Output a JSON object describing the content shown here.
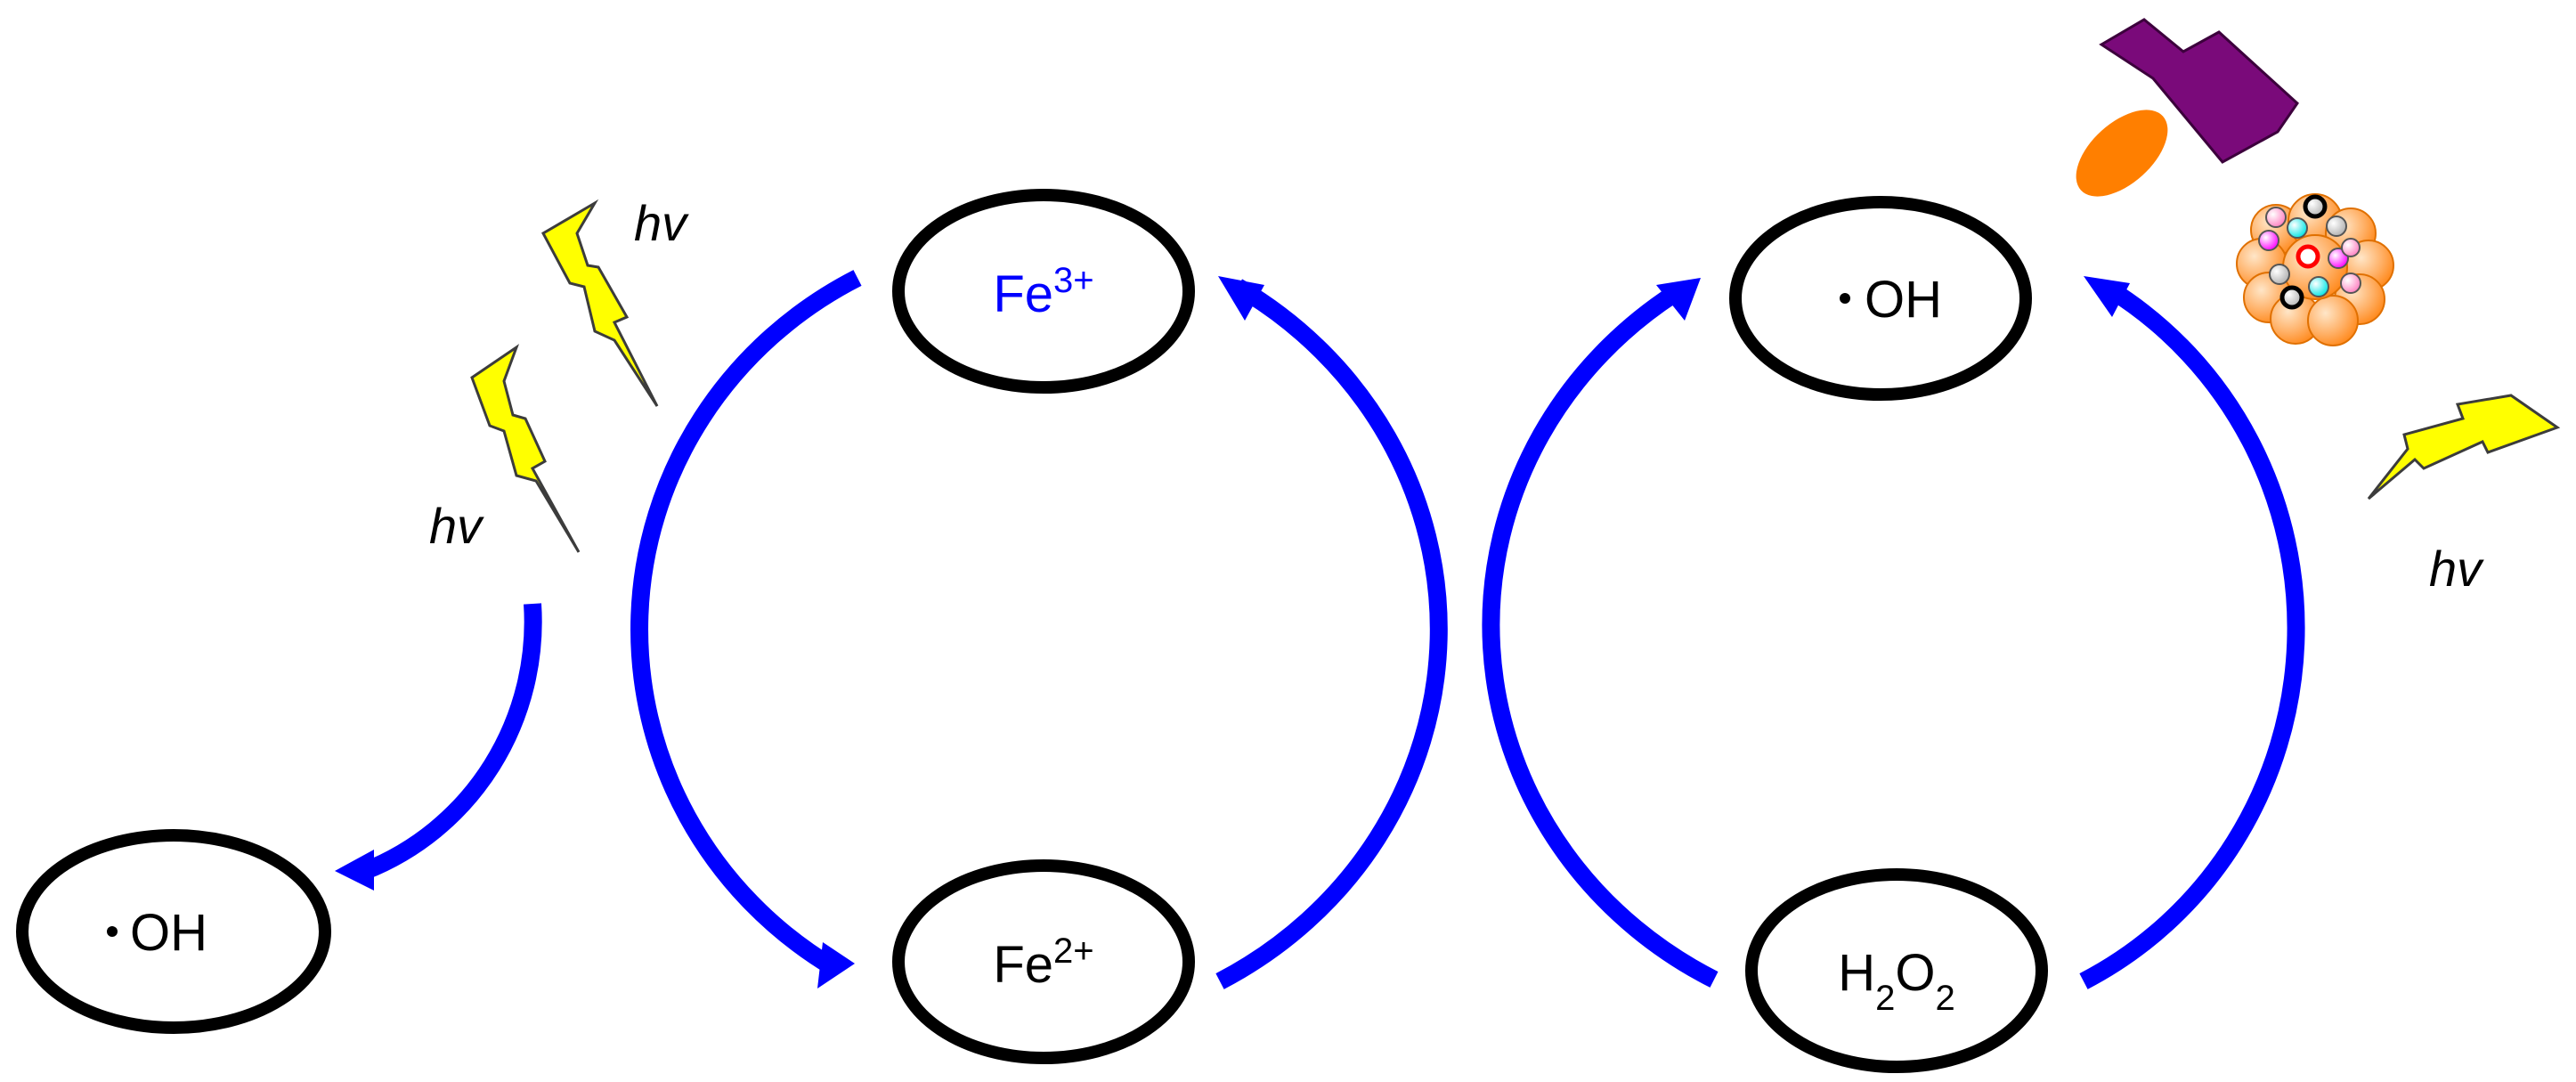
{
  "nodes": {
    "fe3": {
      "base": "Fe",
      "sup": "3+",
      "color": "#0000ff"
    },
    "fe2": {
      "base": "Fe",
      "sup": "2+",
      "color": "#000000"
    },
    "oh_top": {
      "text": "OH",
      "dot": true
    },
    "oh_left": {
      "text": "OH",
      "dot": true
    },
    "h2o2": {
      "parts": [
        "H",
        "2",
        "O",
        "2"
      ]
    }
  },
  "light_labels": [
    "hv",
    "hv",
    "hv"
  ],
  "colors": {
    "arrow": "#0000ff",
    "ellipse_stroke": "#000000",
    "bolt_fill": "#ffff00",
    "catalyst_purple": "#7a0a7a",
    "catalyst_orange": "#ff7f00",
    "cluster_orange": "#ffb066"
  },
  "icons": [
    "lightning-bolt-icon",
    "catalyst-icon",
    "nanoparticle-cluster-icon"
  ]
}
